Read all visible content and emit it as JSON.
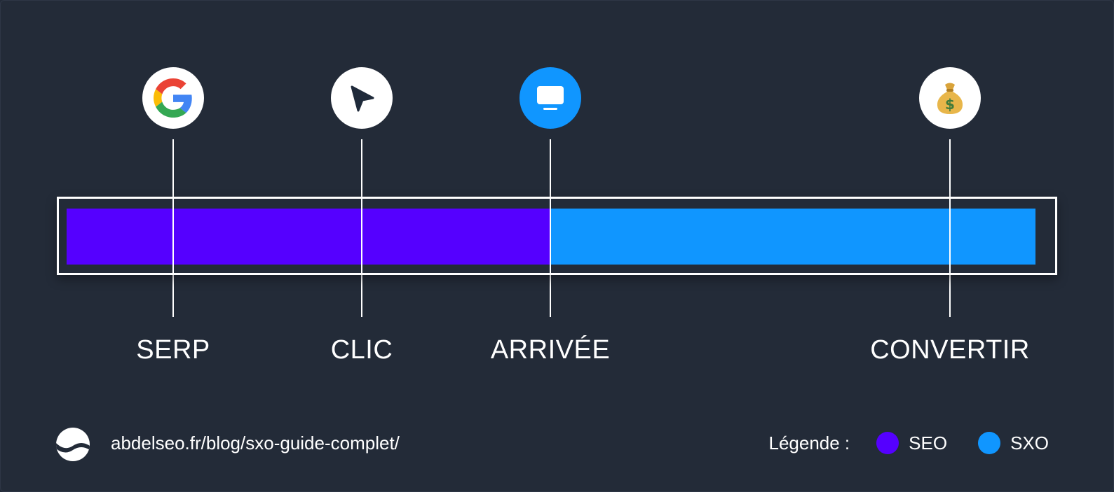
{
  "colors": {
    "background": "#232b38",
    "seo": "#5500ff",
    "sxo": "#1096ff",
    "line": "#ffffff"
  },
  "journey": {
    "seo_fraction": 0.5,
    "milestones": [
      {
        "label": "SERP",
        "icon": "google-g-icon"
      },
      {
        "label": "CLIC",
        "icon": "cursor-arrow-icon"
      },
      {
        "label": "ARRIVÉE",
        "icon": "monitor-icon"
      },
      {
        "label": "CONVERTIR",
        "icon": "money-bag-icon"
      }
    ]
  },
  "footer": {
    "logo_icon": "wave-logo-icon",
    "url": "abdelseo.fr/blog/sxo-guide-complet/"
  },
  "legend": {
    "title": "Légende :",
    "items": [
      {
        "label": "SEO",
        "color": "#5500ff"
      },
      {
        "label": "SXO",
        "color": "#1096ff"
      }
    ]
  }
}
